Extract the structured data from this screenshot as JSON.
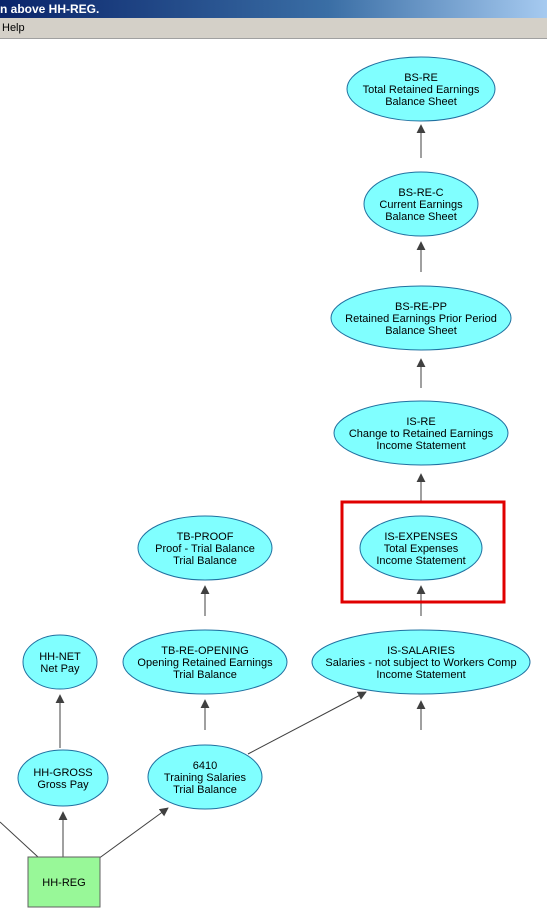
{
  "window": {
    "title": "n above HH-REG."
  },
  "menu": {
    "items": [
      {
        "label": "Help"
      }
    ]
  },
  "colors": {
    "ellipse_fill": "#80ffff",
    "ellipse_stroke": "#2070a0",
    "root_fill": "#98f898",
    "highlight": "#e00000",
    "edge": "#404040"
  },
  "nodes": {
    "bs_re": {
      "lines": [
        "BS-RE",
        "Total Retained Earnings",
        "Balance Sheet"
      ]
    },
    "bs_re_c": {
      "lines": [
        "BS-RE-C",
        "Current Earnings",
        "Balance Sheet"
      ]
    },
    "bs_re_pp": {
      "lines": [
        "BS-RE-PP",
        "Retained Earnings Prior Period",
        "Balance Sheet"
      ]
    },
    "is_re": {
      "lines": [
        "IS-RE",
        "Change to Retained Earnings",
        "Income Statement"
      ]
    },
    "is_expenses": {
      "lines": [
        "IS-EXPENSES",
        "Total Expenses",
        "Income Statement"
      ]
    },
    "is_salaries": {
      "lines": [
        "IS-SALARIES",
        "Salaries - not subject to Workers Comp",
        "Income Statement"
      ]
    },
    "tb_proof": {
      "lines": [
        "TB-PROOF",
        "Proof - Trial Balance",
        "Trial Balance"
      ]
    },
    "tb_re_opening": {
      "lines": [
        "TB-RE-OPENING",
        "Opening Retained Earnings",
        "Trial Balance"
      ]
    },
    "acct_6410": {
      "lines": [
        "6410",
        "Training Salaries",
        "Trial Balance"
      ]
    },
    "hh_net": {
      "lines": [
        "HH-NET",
        "Net Pay"
      ]
    },
    "hh_gross": {
      "lines": [
        "HH-GROSS",
        "Gross Pay"
      ]
    },
    "hh_reg": {
      "lines": [
        "HH-REG"
      ]
    }
  }
}
